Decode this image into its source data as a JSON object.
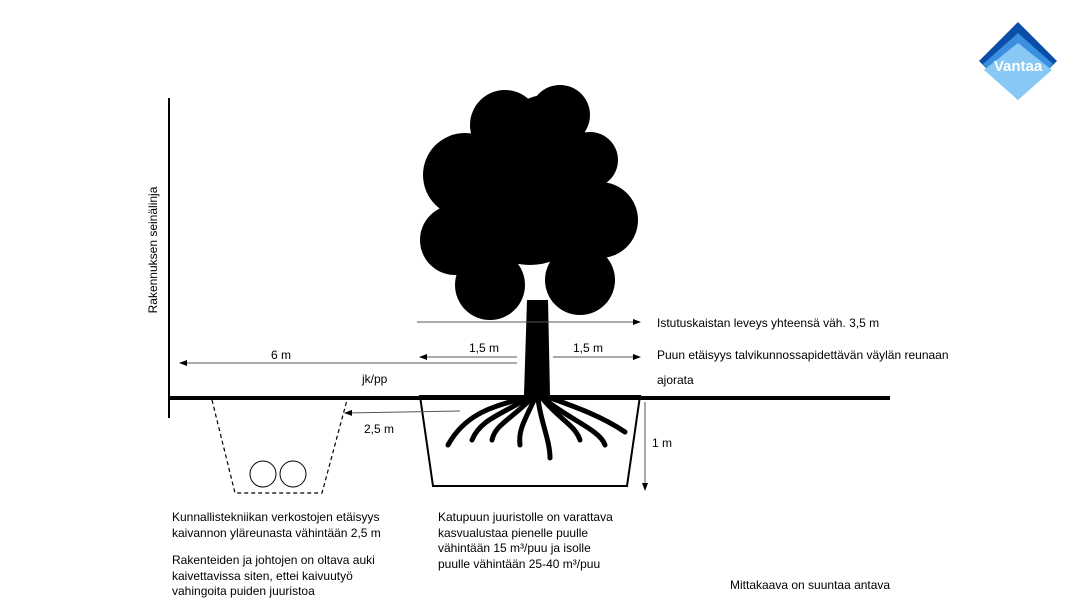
{
  "logo": {
    "text": "Vantaa",
    "colors": [
      "#0a4ea8",
      "#3b8fe0",
      "#87c8f5"
    ]
  },
  "wall_label": "Rakennuksen seinälinja",
  "labels": {
    "planting_strip": "Istutuskaistan leveys yhteensä väh. 3,5 m",
    "road_distance": "Puun etäisyys talvikunnossapidettävän väylän reunaan",
    "road": "ajorata",
    "left_1_5": "1,5 m",
    "right_1_5": "1,5 m",
    "six_m": "6 m",
    "jkpp": "jk/pp",
    "two_5": "2,5 m",
    "one_m": "1 m"
  },
  "notes": {
    "network_distance": [
      "Kunnallistekniikan verkostojen etäisyys",
      "kaivannon yläreunasta vähintään 2,5 m"
    ],
    "excavation": [
      "Rakenteiden ja johtojen on oltava auki",
      "kaivettavissa siten, ettei kaivuutyö",
      "vahingoita puiden juuristoa"
    ],
    "root_volume": [
      "Katupuun juuristolle on varattava",
      "kasvualustaa pienelle puulle",
      "vähintään 15 m³/puu ja isolle",
      "puulle vähintään 25-40 m³/puu"
    ],
    "scale": "Mittakaava on suuntaa antava"
  }
}
